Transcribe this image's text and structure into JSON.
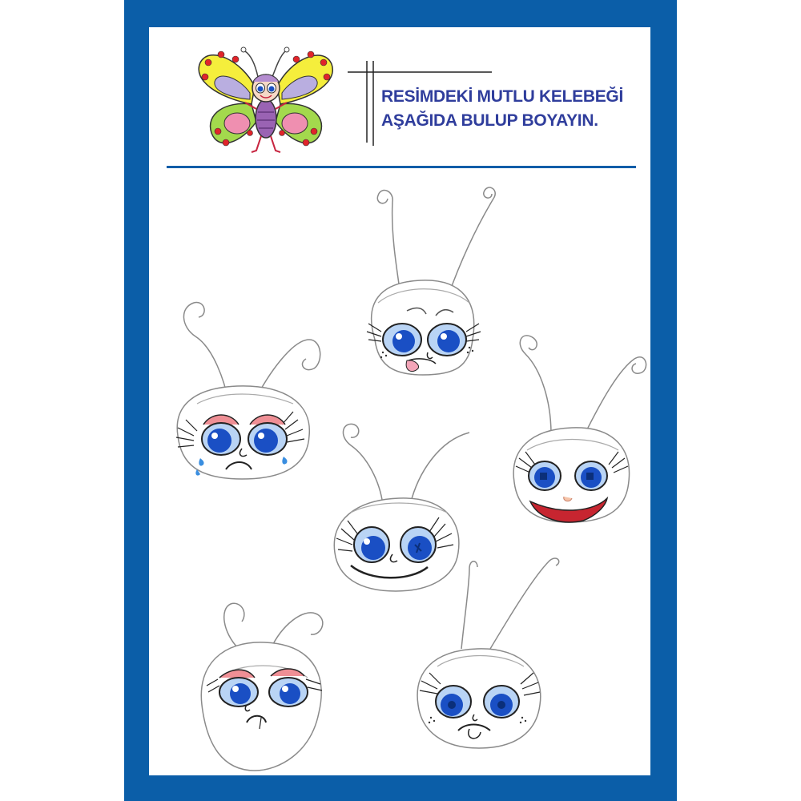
{
  "worksheet": {
    "instruction_lines": [
      "RESİMDEKİ MUTLU KELEBEĞİ",
      "AŞAĞIDA BULUP BOYAYIN."
    ]
  },
  "colors": {
    "frame": "#0b5ea8",
    "title_text": "#2f3d9c",
    "wing_yellow": "#f5ee3c",
    "wing_green": "#a3d94d",
    "wing_lilac": "#b9aee0",
    "body_purple": "#9a63b3",
    "eye_blue": "#1a4fc4",
    "lid_pink": "#ef8f95"
  },
  "faces": [
    {
      "expression": "sad-tongue"
    },
    {
      "expression": "crying"
    },
    {
      "expression": "big-smile"
    },
    {
      "expression": "happy"
    },
    {
      "expression": "frowning"
    },
    {
      "expression": "sticking-tongue"
    }
  ]
}
